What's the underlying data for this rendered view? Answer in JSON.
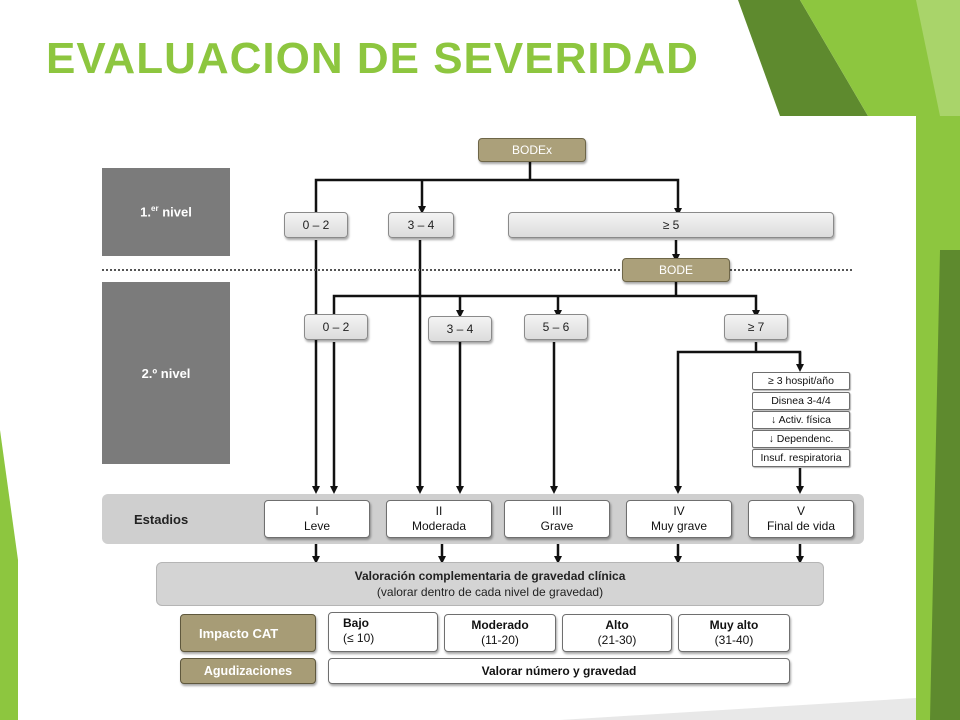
{
  "title": "EVALUACION DE SEVERIDAD",
  "colors": {
    "accent": "#8dc63f",
    "dark_green": "#5e8a2e",
    "gray_box": "#7b7b7b",
    "tan": "#aba07a"
  },
  "levels": {
    "level1": "1.er nivel",
    "level1_main": "1.",
    "level1_sup": "er",
    "level1_rest": " nivel",
    "level2": "2.º nivel"
  },
  "bodex": {
    "label": "BODEx",
    "ranges": [
      "0 – 2",
      "3 – 4",
      "≥ 5"
    ]
  },
  "bode": {
    "label": "BODE",
    "ranges": [
      "0 – 2",
      "3 – 4",
      "5 – 6",
      "≥ 7"
    ]
  },
  "criteria": [
    "≥ 3 hospit/año",
    "Disnea 3-4/4",
    "↓ Activ. física",
    "↓ Dependenc.",
    "Insuf. respiratoria"
  ],
  "estadios": {
    "label": "Estadios",
    "items": [
      {
        "num": "I",
        "name": "Leve"
      },
      {
        "num": "II",
        "name": "Moderada"
      },
      {
        "num": "III",
        "name": "Grave"
      },
      {
        "num": "IV",
        "name": "Muy grave"
      },
      {
        "num": "V",
        "name": "Final de vida"
      }
    ]
  },
  "valoracion": {
    "line1": "Valoración complementaria de gravedad clínica",
    "line2": "(valorar dentro de cada nivel de gravedad)"
  },
  "cat": {
    "label": "Impacto CAT",
    "items": [
      {
        "name": "Bajo",
        "range": "(≤ 10)"
      },
      {
        "name": "Moderado",
        "range": "(11-20)"
      },
      {
        "name": "Alto",
        "range": "(21-30)"
      },
      {
        "name": "Muy alto",
        "range": "(31-40)"
      }
    ]
  },
  "agudizaciones": {
    "label": "Agudizaciones",
    "text": "Valorar número y gravedad"
  }
}
